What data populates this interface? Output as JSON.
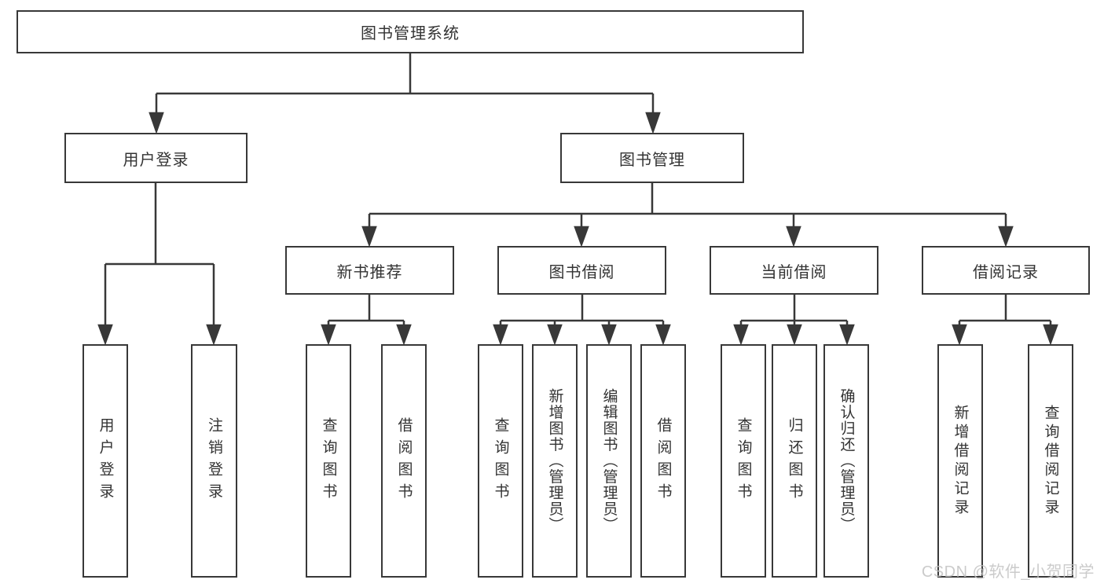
{
  "tree": {
    "root": "图书管理系统",
    "branches": {
      "user_login": "用户登录",
      "book_mgmt": "图书管理"
    },
    "modules": {
      "new_book_rec": "新书推荐",
      "book_borrow": "图书借阅",
      "current_borrow": "当前借阅",
      "borrow_record": "借阅记录"
    },
    "leaves": {
      "user_login": "用户登录",
      "logout": "注销登录",
      "rec_query_books": "查询图书",
      "rec_borrow_books": "借阅图书",
      "bor_query_books": "查询图书",
      "bor_add_books": "新增图书（管理员）",
      "bor_edit_books": "编辑图书（管理员）",
      "bor_borrow_books": "借阅图书",
      "cur_query_books": "查询图书",
      "cur_return_books": "归还图书",
      "cur_confirm_return": "确认归还（管理员）",
      "rcd_add_record": "新增借阅记录",
      "rcd_query_record": "查询借阅记录"
    }
  },
  "watermark": "CSDN @软件_小贺同学",
  "colors": {
    "line": "#383838",
    "box_border": "#383838",
    "box_fill": "#ffffff",
    "text": "#333333",
    "watermark": "#c2c2c2",
    "background": "#ffffff"
  }
}
